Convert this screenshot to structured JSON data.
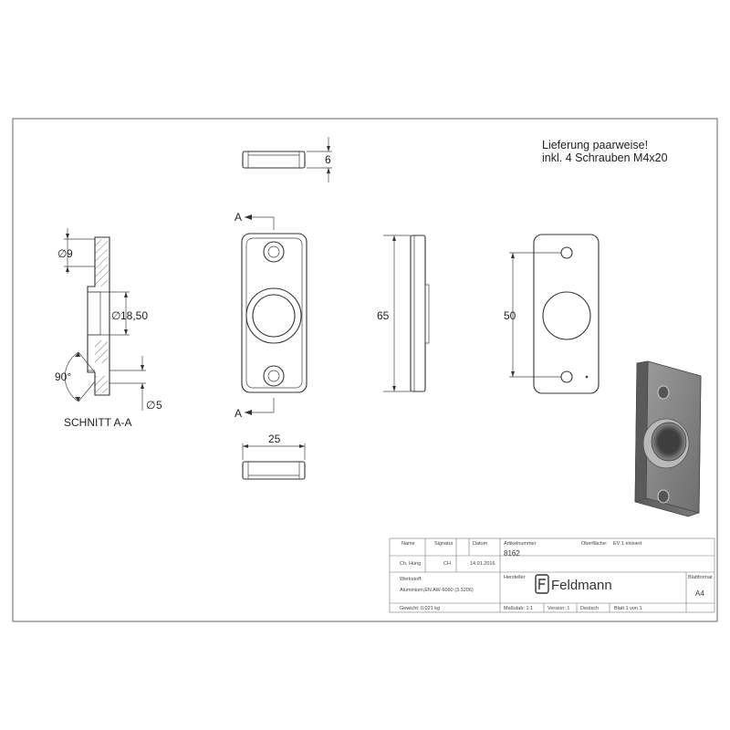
{
  "note": {
    "line1": "Lieferung paarweise!",
    "line2": "inkl. 4 Schrauben M4x20"
  },
  "section": {
    "label": "SCHNITT A-A",
    "dim_d9": "9",
    "dim_d18_50": "18,50",
    "dim_d5": "5",
    "angle": "90°"
  },
  "views": {
    "top_height": "6",
    "section_mark": "A",
    "section_mark_bottom": "A",
    "length_65": "65",
    "hole_spacing_50": "50",
    "width_25": "25"
  },
  "diameter_symbol": "∅",
  "title_block": {
    "headers": {
      "name": "Name",
      "signature": "Signatur",
      "date": "Datum",
      "article": "Artikelnummer",
      "surface": "Oberfläche:"
    },
    "row": {
      "name": "Ch. Hürig",
      "signature": "CH",
      "date": "14.01.2016",
      "article": "8162"
    },
    "surface_value": "EV 1 eloxiert",
    "material_label": "Werkstoff:",
    "material_value": "Aluminium,EN AW-6060 (3.3206)",
    "manufacturer_label": "Hersteller",
    "brand": "Feldmann",
    "sheet_format_label": "Blattformat",
    "sheet_format": "A4",
    "weight": "Gewicht: 0.021 kg",
    "scale": "Maßstab: 1:1",
    "version": "Version: 1",
    "language": "Deutsch",
    "sheet": "Blatt 1 von 1"
  }
}
